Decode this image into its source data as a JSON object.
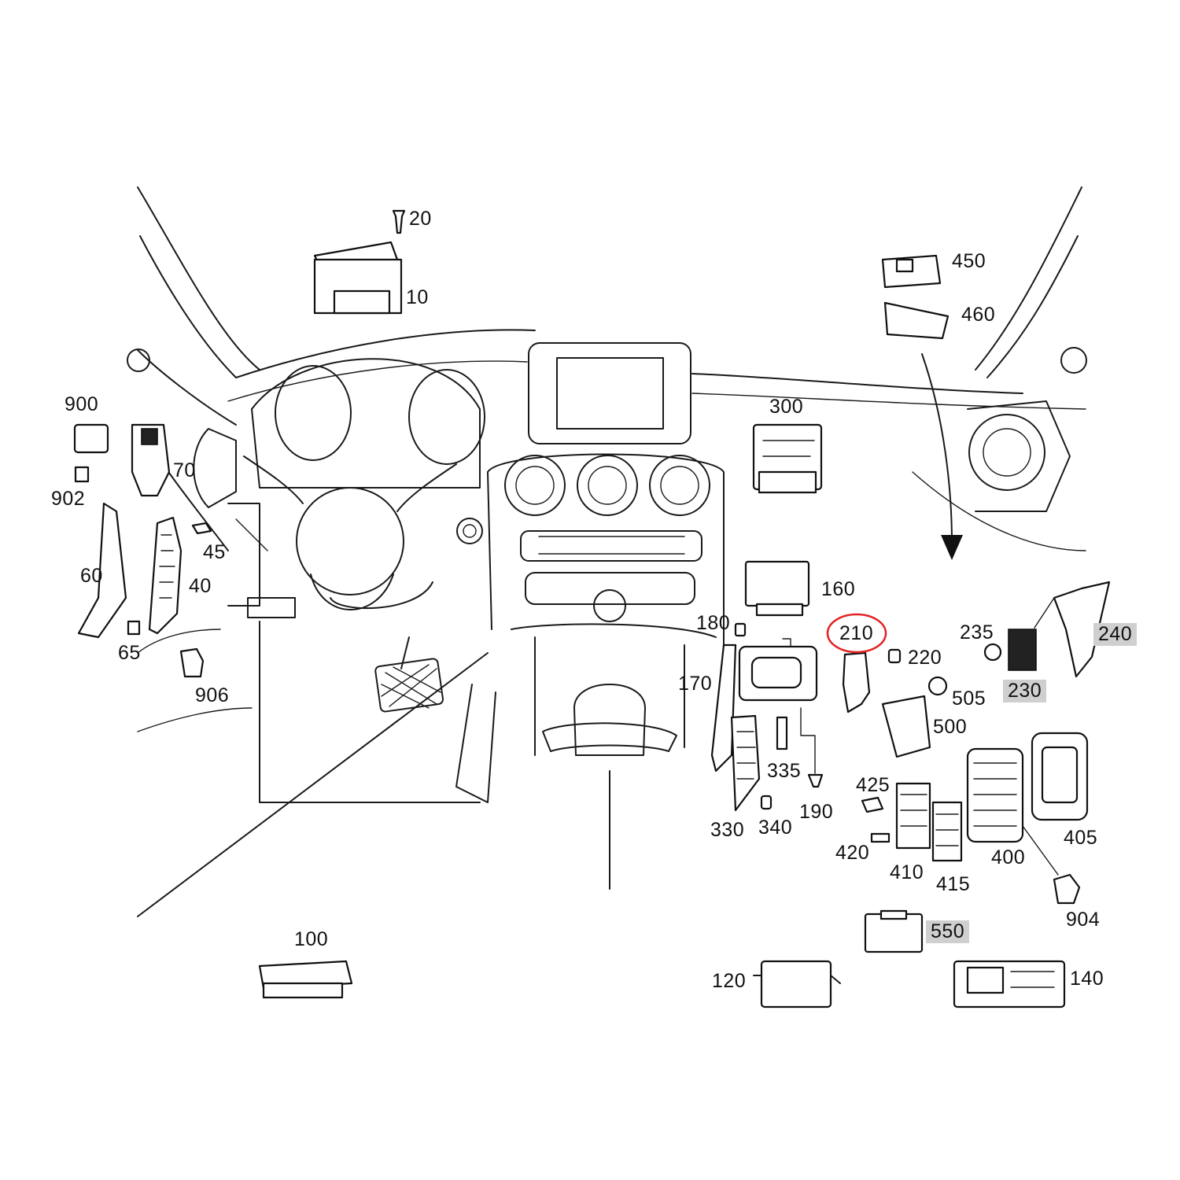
{
  "diagram": {
    "highlight_color": "#cfcfcf",
    "circle_color": "#e32222",
    "labels": {
      "p20": "20",
      "p10": "10",
      "p450": "450",
      "p460": "460",
      "p900": "900",
      "p70": "70",
      "p902": "902",
      "p60": "60",
      "p45": "45",
      "p40": "40",
      "p65": "65",
      "p906": "906",
      "p300": "300",
      "p160": "160",
      "p180": "180",
      "p210": "210",
      "p220": "220",
      "p235": "235",
      "p240": "240",
      "p230": "230",
      "p170": "170",
      "p505": "505",
      "p500": "500",
      "p335": "335",
      "p190": "190",
      "p425": "425",
      "p330": "330",
      "p340": "340",
      "p420": "420",
      "p410": "410",
      "p415": "415",
      "p400": "400",
      "p405": "405",
      "p904": "904",
      "p550": "550",
      "p100": "100",
      "p120": "120",
      "p140": "140"
    }
  }
}
